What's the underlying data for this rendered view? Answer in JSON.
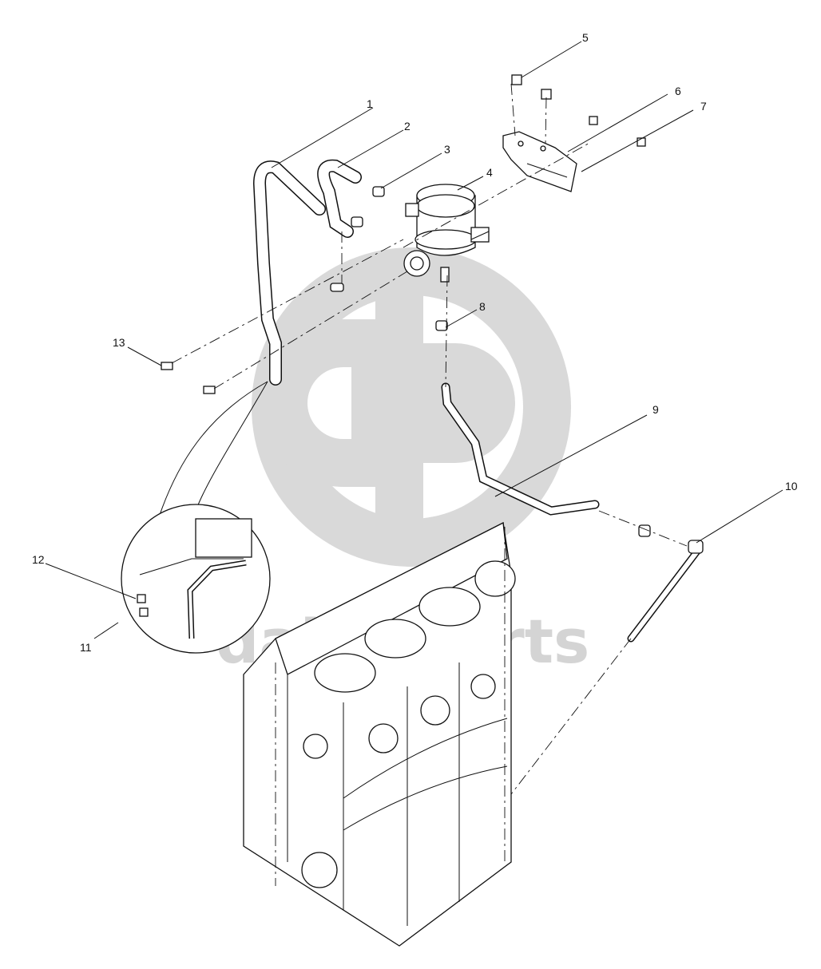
{
  "watermark": {
    "text": "daho-parts",
    "logo_icon": "gp-logo-icon",
    "color": "#d4d4d4"
  },
  "callouts": [
    "1",
    "2",
    "3",
    "4",
    "5",
    "6",
    "7",
    "8",
    "9",
    "10",
    "11",
    "12",
    "13"
  ],
  "colors": {
    "line": "#111111",
    "background": "#ffffff"
  }
}
